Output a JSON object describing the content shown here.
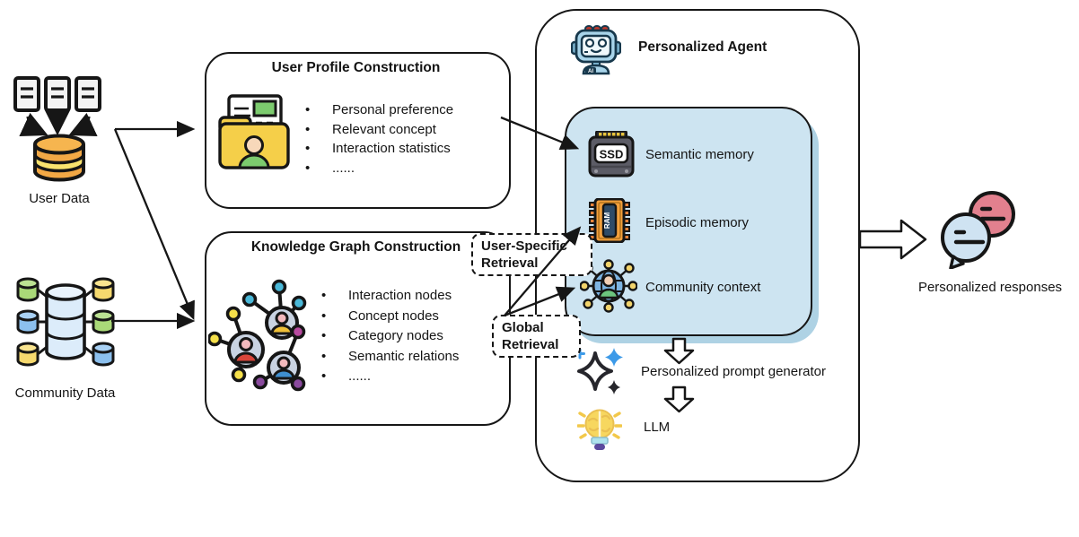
{
  "sources": {
    "user_data": {
      "label": "User Data",
      "icon": "user-documents-database-icon"
    },
    "community_data": {
      "label": "Community Data",
      "icon": "community-databases-icon"
    }
  },
  "user_profile_box": {
    "title": "User Profile Construction",
    "icon": "folder-profile-icon",
    "bullets": [
      "Personal preference",
      "Relevant concept",
      "Interaction statistics",
      "......"
    ]
  },
  "knowledge_graph_box": {
    "title": "Knowledge Graph Construction",
    "icon": "social-graph-icon",
    "bullets": [
      "Interaction nodes",
      "Concept nodes",
      "Category nodes",
      "Semantic relations",
      "......"
    ]
  },
  "retrieval": {
    "user_specific": {
      "line1": "User-Specific",
      "line2": "Retrieval"
    },
    "global": {
      "line1": "Global",
      "line2": "Retrieval"
    }
  },
  "agent_box": {
    "title": "Personalized Agent",
    "icon": "robot-icon",
    "robot_text": "AI",
    "memory": [
      {
        "label": "Semantic memory",
        "icon": "ssd-icon",
        "icon_text": "SSD"
      },
      {
        "label": "Episodic memory",
        "icon": "ram-icon",
        "icon_text": "RAM"
      },
      {
        "label": "Community context",
        "icon": "community-globe-icon"
      }
    ],
    "pipeline": [
      {
        "label": "Personalized prompt generator",
        "icon": "sparkles-icon"
      },
      {
        "label": "LLM",
        "icon": "lightbulb-brain-icon"
      }
    ]
  },
  "output": {
    "label": "Personalized responses",
    "icon": "chat-bubbles-icon"
  },
  "colors": {
    "memory_panel": "#CDE4F1",
    "memory_panel_shadow": "#AED2E4",
    "folder_yellow": "#F5CF49",
    "database_orange": "#F2A845",
    "bubble_pink": "#E2808E",
    "bubble_blue": "#CFE3F2",
    "outline": "#161616"
  }
}
